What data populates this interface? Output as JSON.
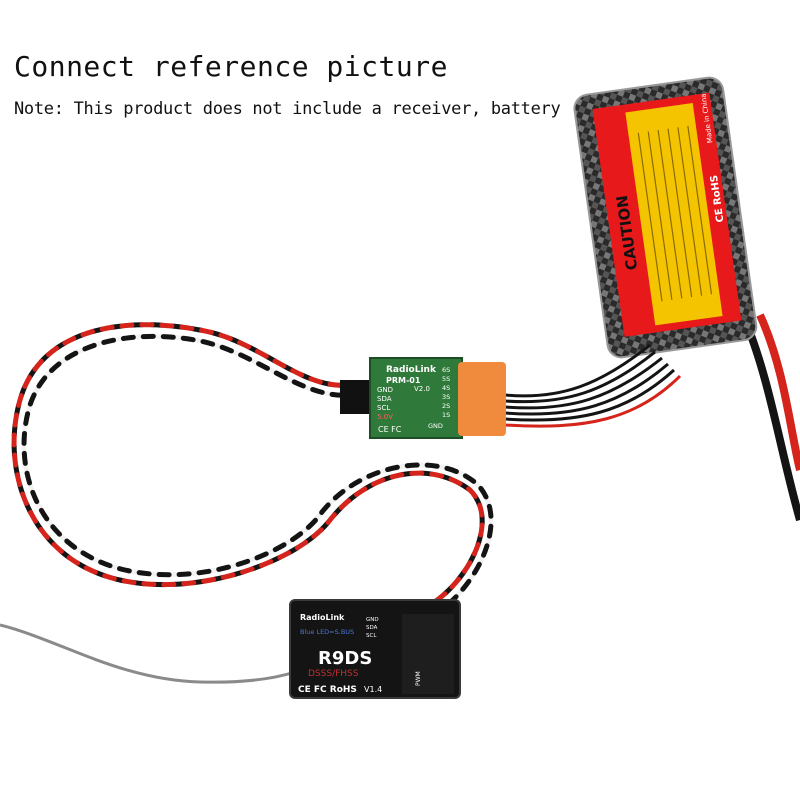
{
  "heading": "Connect reference picture",
  "note": "Note: This product does not include a receiver, battery",
  "battery": {
    "caution": "CAUTION",
    "made_in": "Made in China",
    "ce_rohs": "CE RoHS"
  },
  "sensor": {
    "brand": "RadioLink",
    "model": "PRM-01",
    "version": "V2.0",
    "pins_left": [
      "GND",
      "SDA",
      "SCL",
      "5.0V"
    ],
    "pins_right": [
      "6S",
      "5S",
      "4S",
      "3S",
      "2S",
      "1S",
      "GND"
    ],
    "marks": "CE FC"
  },
  "receiver": {
    "brand": "RadioLink",
    "model": "R9DS",
    "modes": "DSSS/FHSS",
    "version": "V1.4",
    "marks": "CE FC RoHS",
    "sbus": "Blue LED=S.BUS",
    "pins": [
      "GND",
      "SDA",
      "SCL"
    ],
    "pwm": "PWM"
  },
  "colors": {
    "wire_red": "#d4241c",
    "wire_black": "#141414",
    "wire_white": "#f2f2f2",
    "battery_label": "#e8191b",
    "battery_yellow": "#f5c400",
    "pcb_green": "#2f7a3a",
    "plug_orange": "#f08a3c"
  }
}
